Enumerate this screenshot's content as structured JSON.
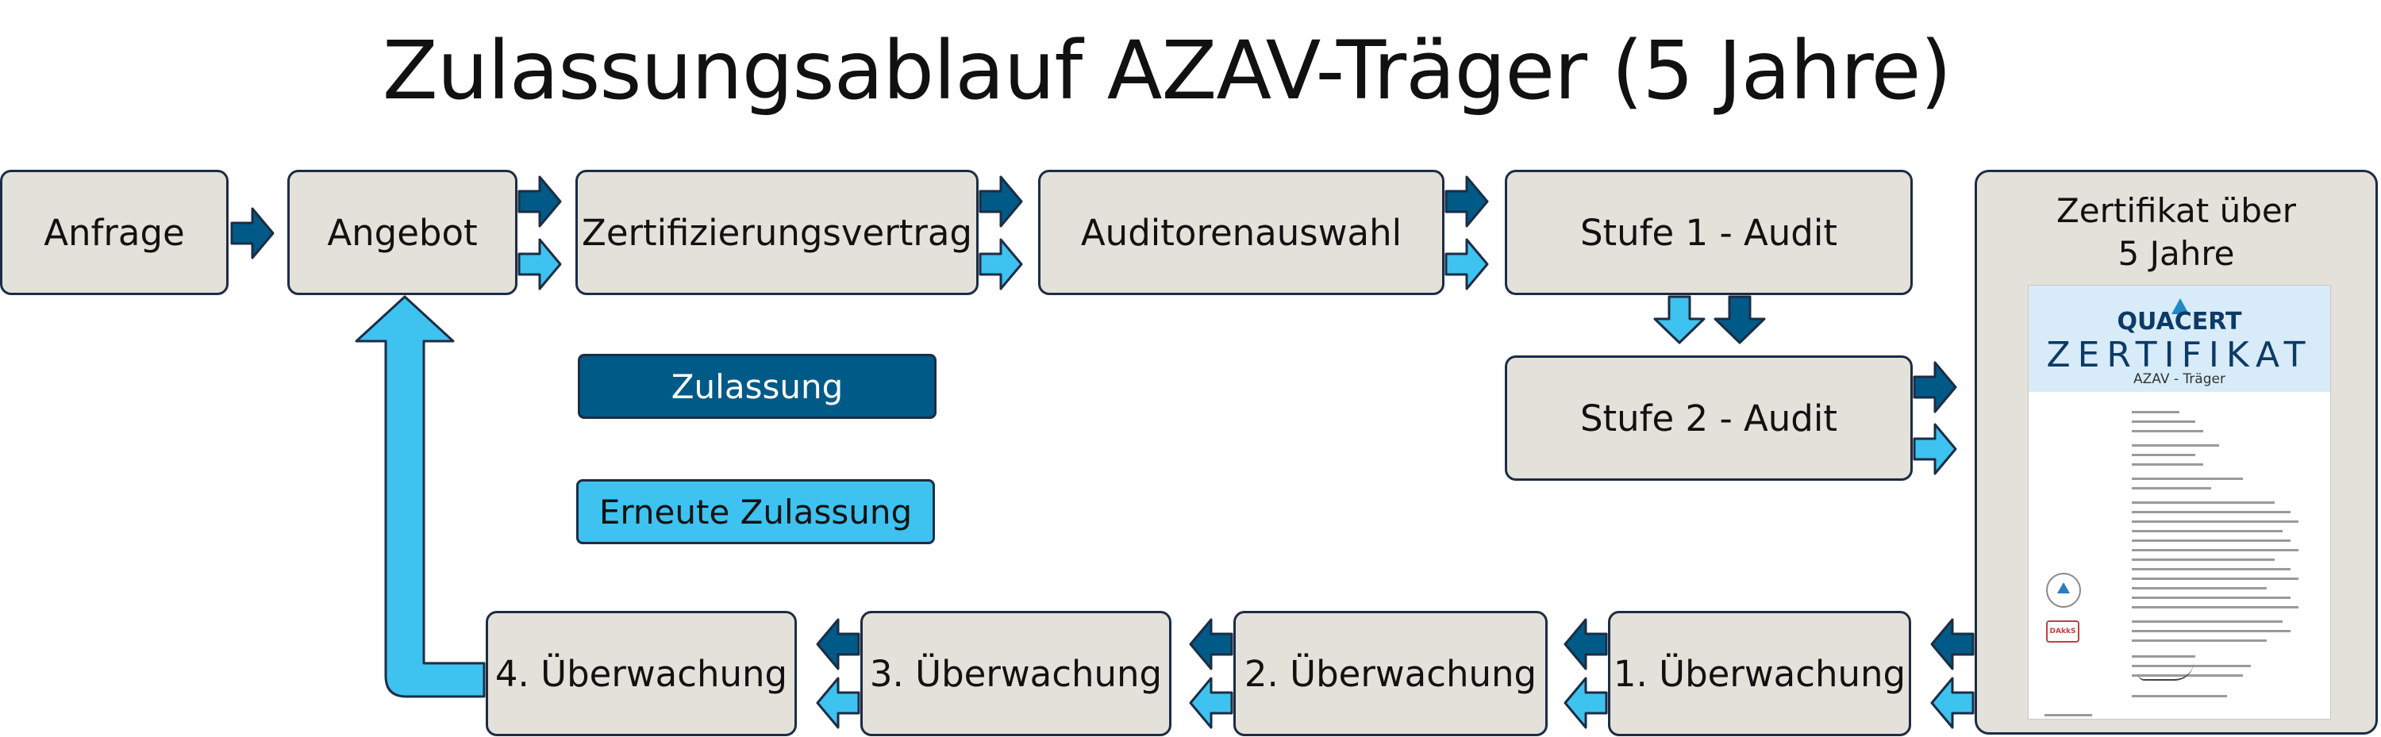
{
  "title": "Zulassungsablauf AZAV-Träger (5 Jahre)",
  "steps": {
    "anfrage": "Anfrage",
    "angebot": "Angebot",
    "vertrag": "Zertifizierungsvertrag",
    "auditoren": "Auditorenauswahl",
    "stufe1": "Stufe 1 - Audit",
    "stufe2": "Stufe 2 - Audit",
    "ue1": "1. Überwachung",
    "ue2": "2. Überwachung",
    "ue3": "3. Überwachung",
    "ue4": "4. Überwachung"
  },
  "certificate": {
    "title_line1": "Zertifikat über",
    "title_line2": "5 Jahre",
    "brand": "QUACERT",
    "word": "ZERTIFIKAT",
    "subtitle": "AZAV - Träger",
    "seal_label": "DAkkS"
  },
  "legend": {
    "zulassung": "Zulassung",
    "erneute": "Erneute Zulassung"
  },
  "colors": {
    "dark_arrow": "#005a87",
    "light_arrow": "#3ec2ef",
    "box_fill": "#e4e1da",
    "box_border": "#1c2d44"
  }
}
